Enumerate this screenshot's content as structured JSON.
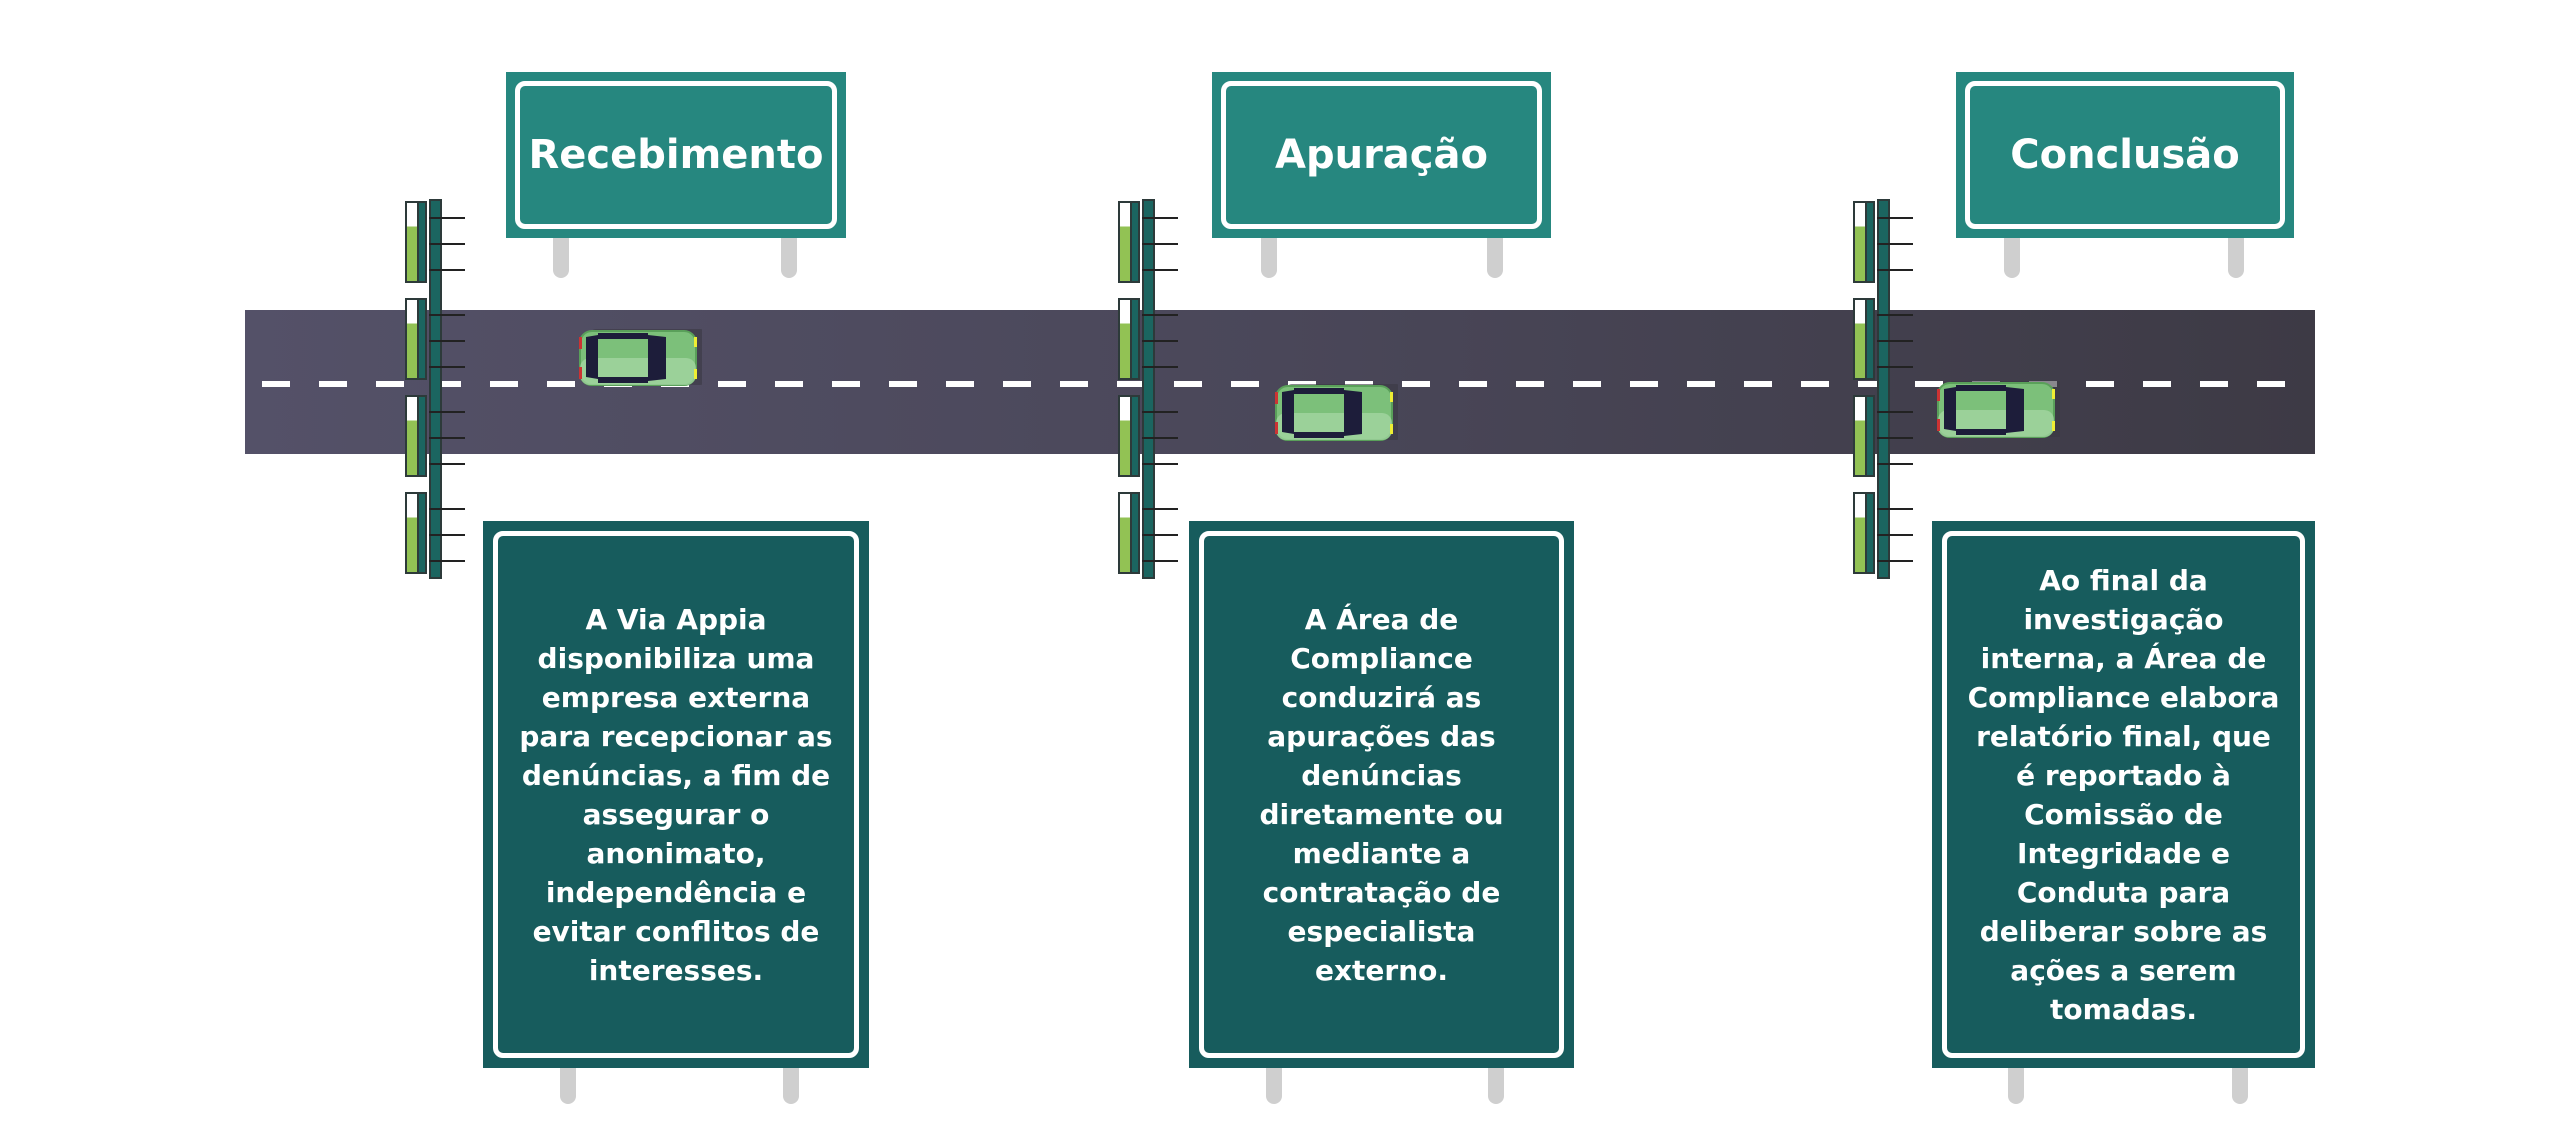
{
  "stages": [
    {
      "title": "Recebimento",
      "description": "A Via Appia disponibiliza uma empresa externa para recepcionar as denúncias, a fim de assegurar o anonimato, independência e evitar conflitos de interesses."
    },
    {
      "title": "Apuração",
      "description": "A Área de Compliance conduzirá as apurações das denúncias diretamente ou mediante a contratação de especialista externo."
    },
    {
      "title": "Conclusão",
      "description": "Ao final da investigação interna, a Área de Compliance elabora relatório final, que é reportado à Comissão de Integridade e Conduta para deliberar sobre as ações a serem tomadas."
    }
  ],
  "colors": {
    "top_sign": "#26877f",
    "bottom_sign": "#175c5d",
    "road": "#4a4759",
    "car": "#7cc07a"
  }
}
